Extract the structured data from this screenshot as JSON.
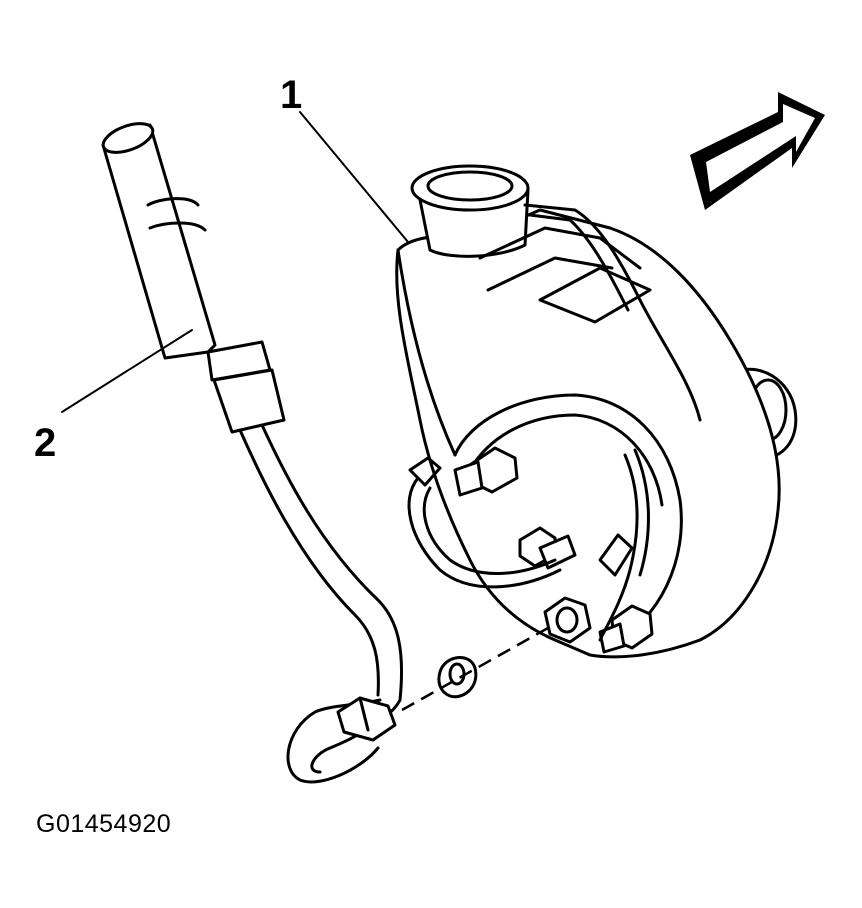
{
  "callouts": [
    {
      "id": "1",
      "label": "1"
    },
    {
      "id": "2",
      "label": "2"
    }
  ],
  "figure_code": "G01454920",
  "icons": [
    "direction-arrow-icon"
  ],
  "colors": {
    "line": "#000000",
    "background": "#ffffff"
  }
}
